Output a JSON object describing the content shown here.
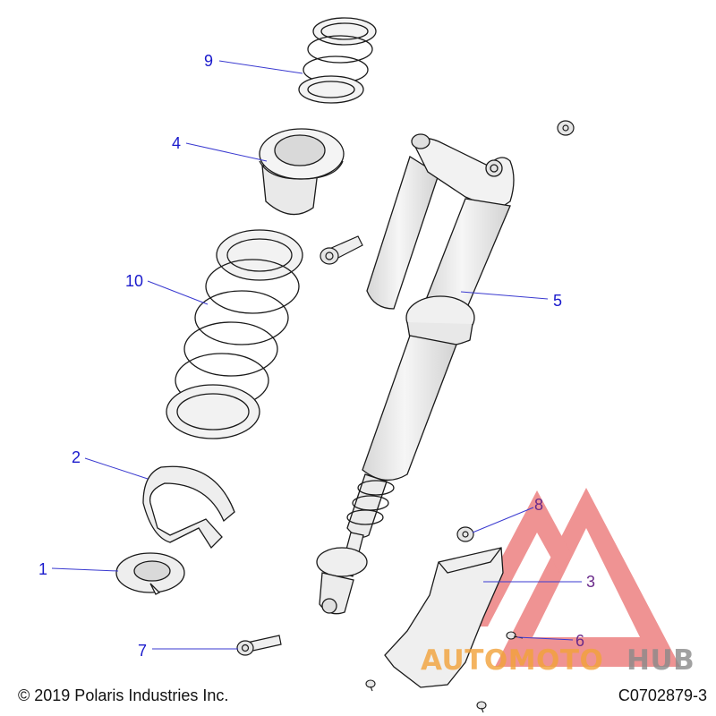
{
  "diagram": {
    "callouts": [
      {
        "id": "1",
        "label": "1"
      },
      {
        "id": "2",
        "label": "2"
      },
      {
        "id": "3",
        "label": "3"
      },
      {
        "id": "4",
        "label": "4"
      },
      {
        "id": "5",
        "label": "5"
      },
      {
        "id": "6",
        "label": "6"
      },
      {
        "id": "7",
        "label": "7"
      },
      {
        "id": "8",
        "label": "8"
      },
      {
        "id": "9",
        "label": "9"
      },
      {
        "id": "10",
        "label": "10"
      }
    ],
    "colors": {
      "callout_text": "#1a1acc",
      "callout_text_alt": "#6a2a8a",
      "leader_line": "#3a3ad0",
      "part_fill": "#efefef",
      "part_stroke": "#1a1a1a"
    }
  },
  "footer": {
    "copyright": "© 2019 Polaris Industries Inc.",
    "drawing_number": "C0702879-3"
  },
  "watermark": {
    "part1": "AUTOMOTO",
    "part2": "HUB",
    "colors": {
      "triangle": "#e23b3b",
      "text1": "#f2a23a",
      "text2": "#8a8a8a"
    }
  }
}
